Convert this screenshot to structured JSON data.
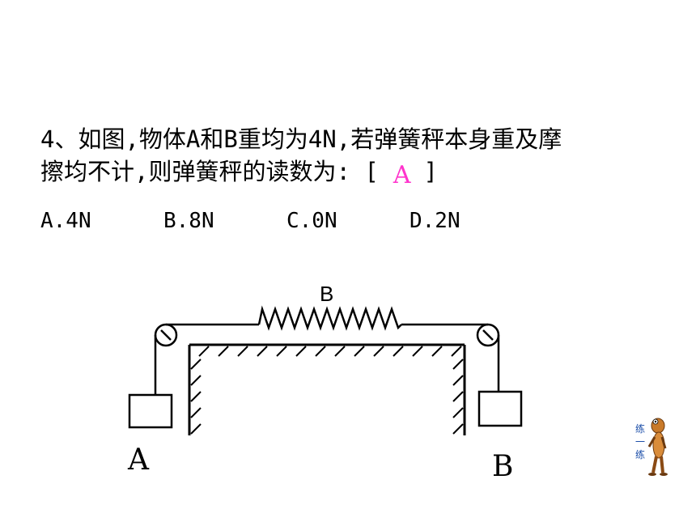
{
  "question": {
    "line1": "4、如图,物体A和B重均为4N,若弹簧秤本身重及摩",
    "line2_prefix": "擦均不计,则弹簧秤的读数为: [",
    "answer": "A",
    "line2_suffix": "]"
  },
  "options": [
    "A.4N",
    "B.8N",
    "C.0N",
    "D.2N"
  ],
  "diagram": {
    "spring_label": "B",
    "left_label": "A",
    "right_label": "B"
  },
  "practice_button": {
    "label_chars": [
      "练",
      "一",
      "练"
    ],
    "text_color": "#1a4da8"
  },
  "colors": {
    "answer": "#ff33cc"
  }
}
